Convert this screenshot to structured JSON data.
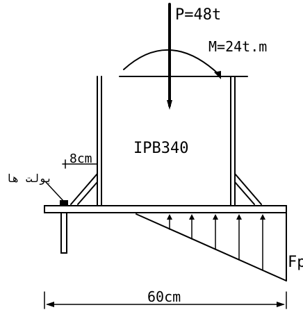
{
  "labels": {
    "load": "P=48t",
    "moment": "M=24t.m",
    "section": "IPB340",
    "offset": "8cm",
    "bolts": "بولت ها",
    "pressure": "Fp",
    "width": "60cm"
  }
}
